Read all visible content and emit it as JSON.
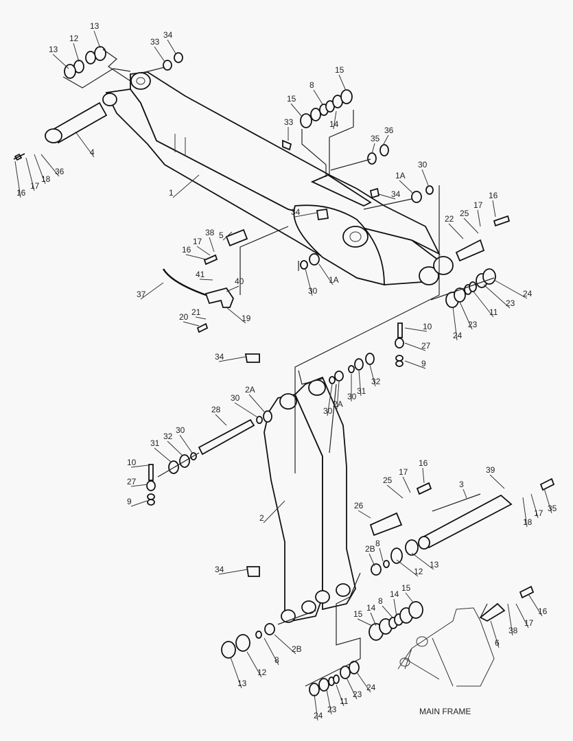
{
  "diagram": {
    "caption": "MAIN FRAME",
    "callouts": [
      "13",
      "12",
      "13",
      "33",
      "34",
      "4",
      "16",
      "17",
      "18",
      "36",
      "1",
      "15",
      "8",
      "15",
      "14",
      "33",
      "35",
      "36",
      "30",
      "1A",
      "34",
      "34",
      "16",
      "17",
      "25",
      "22",
      "1A",
      "30",
      "24",
      "23",
      "11",
      "23",
      "24",
      "5",
      "38",
      "17",
      "16",
      "41",
      "40",
      "37",
      "21",
      "20",
      "19",
      "10",
      "27",
      "9",
      "34",
      "2A",
      "30",
      "28",
      "32",
      "31",
      "30",
      "2A",
      "30",
      "30",
      "32",
      "31",
      "10",
      "27",
      "9",
      "2",
      "16",
      "17",
      "25",
      "39",
      "3",
      "35",
      "17",
      "18",
      "26",
      "8",
      "2B",
      "12",
      "13",
      "34",
      "16",
      "17",
      "38",
      "6",
      "15",
      "14",
      "8",
      "14",
      "15",
      "2B",
      "8",
      "12",
      "13",
      "24",
      "23",
      "11",
      "23",
      "24"
    ]
  }
}
